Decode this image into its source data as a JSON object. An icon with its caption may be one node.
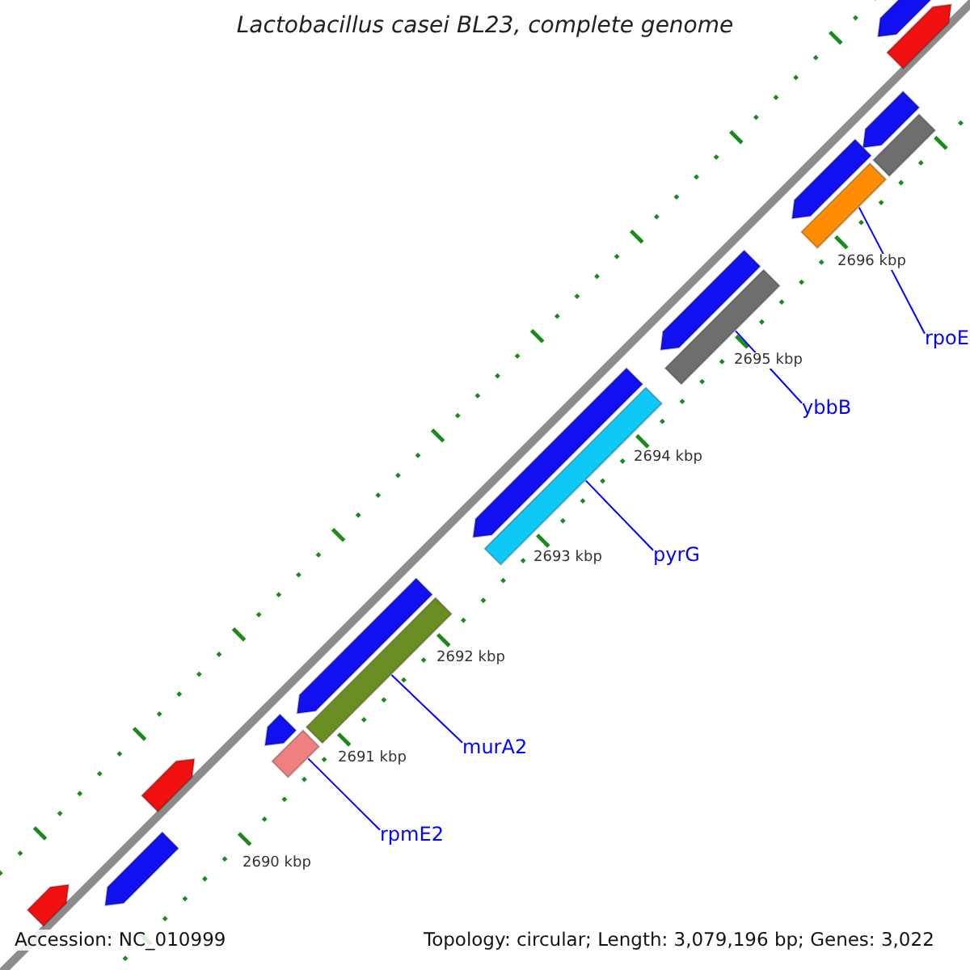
{
  "diagram": {
    "title": "Lactobacillus casei BL23, complete genome",
    "nodes": [
      {
        "text": [
          "rpoE"
        ]
      },
      {
        "text": [],
        "shape": "bar"
      },
      {
        "text": [
          "ybbB"
        ]
      },
      {
        "text": [],
        "shape": "bar"
      },
      {
        "text": [
          "pyrG"
        ]
      },
      {
        "text": [],
        "shape": "bar"
      },
      {
        "text": [
          "murA2"
        ]
      },
      {
        "text": [],
        "shape": "bar"
      },
      {
        "text": [
          "rpmE2"
        ]
      },
      {
        "text": [],
        "shape": "bar"
      },
      {
        "text": [],
        "shape": "arrow"
      },
      {
        "text": [],
        "shape": "arrow"
      },
      {
        "text": [],
        "shape": "arrow"
      },
      {
        "text": [],
        "shape": "bar"
      },
      {
        "text": [],
        "shape": "arrow"
      },
      {
        "text": [],
        "shape": "arrow"
      },
      {
        "text": [],
        "shape": "arrow"
      },
      {
        "text": [],
        "shape": "arrow"
      },
      {
        "text": [],
        "shape": "arrow"
      },
      {
        "text": [],
        "shape": "arrow"
      },
      {
        "text": [],
        "shape": "arrow"
      },
      {
        "text": [],
        "shape": "arrow"
      }
    ],
    "edges": [
      {
        "from": 0,
        "to": 1,
        "arrow": "none"
      },
      {
        "from": 2,
        "to": 3,
        "arrow": "none"
      },
      {
        "from": 4,
        "to": 5,
        "arrow": "none"
      },
      {
        "from": 6,
        "to": 7,
        "arrow": "none"
      },
      {
        "from": 8,
        "to": 9,
        "arrow": "none"
      }
    ],
    "labels": [
      "2696 kbp",
      "2695 kbp",
      "2694 kbp",
      "2693 kbp",
      "2692 kbp",
      "2691 kbp",
      "2690 kbp",
      "Accession: NC_010999",
      "Topology: circular; Length: 3,079,196 bp; Genes: 3,022"
    ]
  }
}
